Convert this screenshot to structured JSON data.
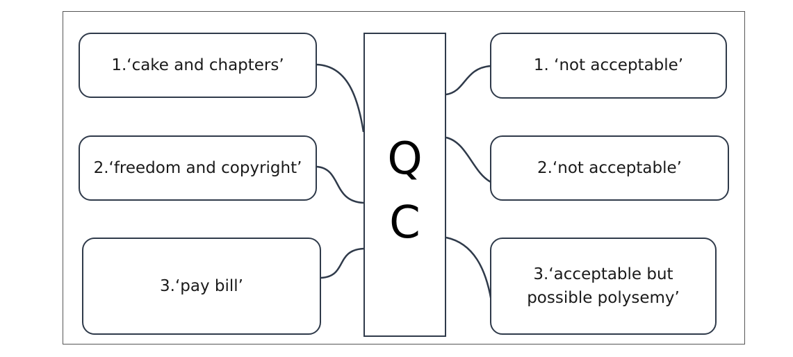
{
  "left_boxes": [
    {
      "label": "1.‘cake and chapters’"
    },
    {
      "label": "2.‘freedom and copyright’"
    },
    {
      "label": "3.‘pay bill’"
    }
  ],
  "center": {
    "letter_top": "Q",
    "letter_bottom": "C"
  },
  "right_boxes": [
    {
      "label": "1. ‘not acceptable’"
    },
    {
      "label": "2.‘not acceptable’"
    },
    {
      "label": "3.‘acceptable but\npossible polysemy’"
    }
  ],
  "colors": {
    "border": "#2f3a4a",
    "frame": "#555555",
    "text": "#1a1a1a"
  }
}
